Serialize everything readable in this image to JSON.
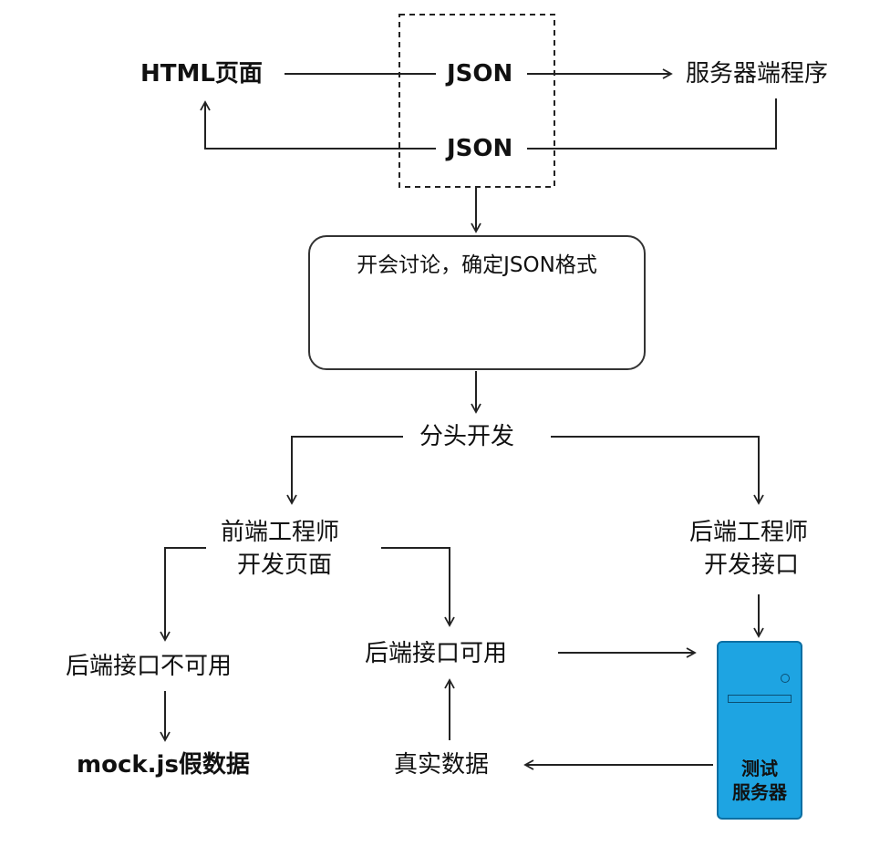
{
  "top": {
    "html_page": "HTML页面",
    "json_upper": "JSON",
    "json_lower": "JSON",
    "server_program": "服务器端程序"
  },
  "meeting": {
    "title": "开会讨论，确定JSON格式",
    "icon_left": "pacman-person-icon",
    "icon_right": "pacman-person-icon"
  },
  "split": "分头开发",
  "frontend": {
    "line1": "前端工程师",
    "line2": "开发页面"
  },
  "backend": {
    "line1": "后端工程师",
    "line2": "开发接口"
  },
  "unavailable": "后端接口不可用",
  "available": "后端接口可用",
  "mock": "mock.js假数据",
  "real": "真实数据",
  "server": {
    "line1": "测试",
    "line2": "服务器"
  },
  "colors": {
    "accent": "#1ea4e2",
    "line": "#222222"
  }
}
